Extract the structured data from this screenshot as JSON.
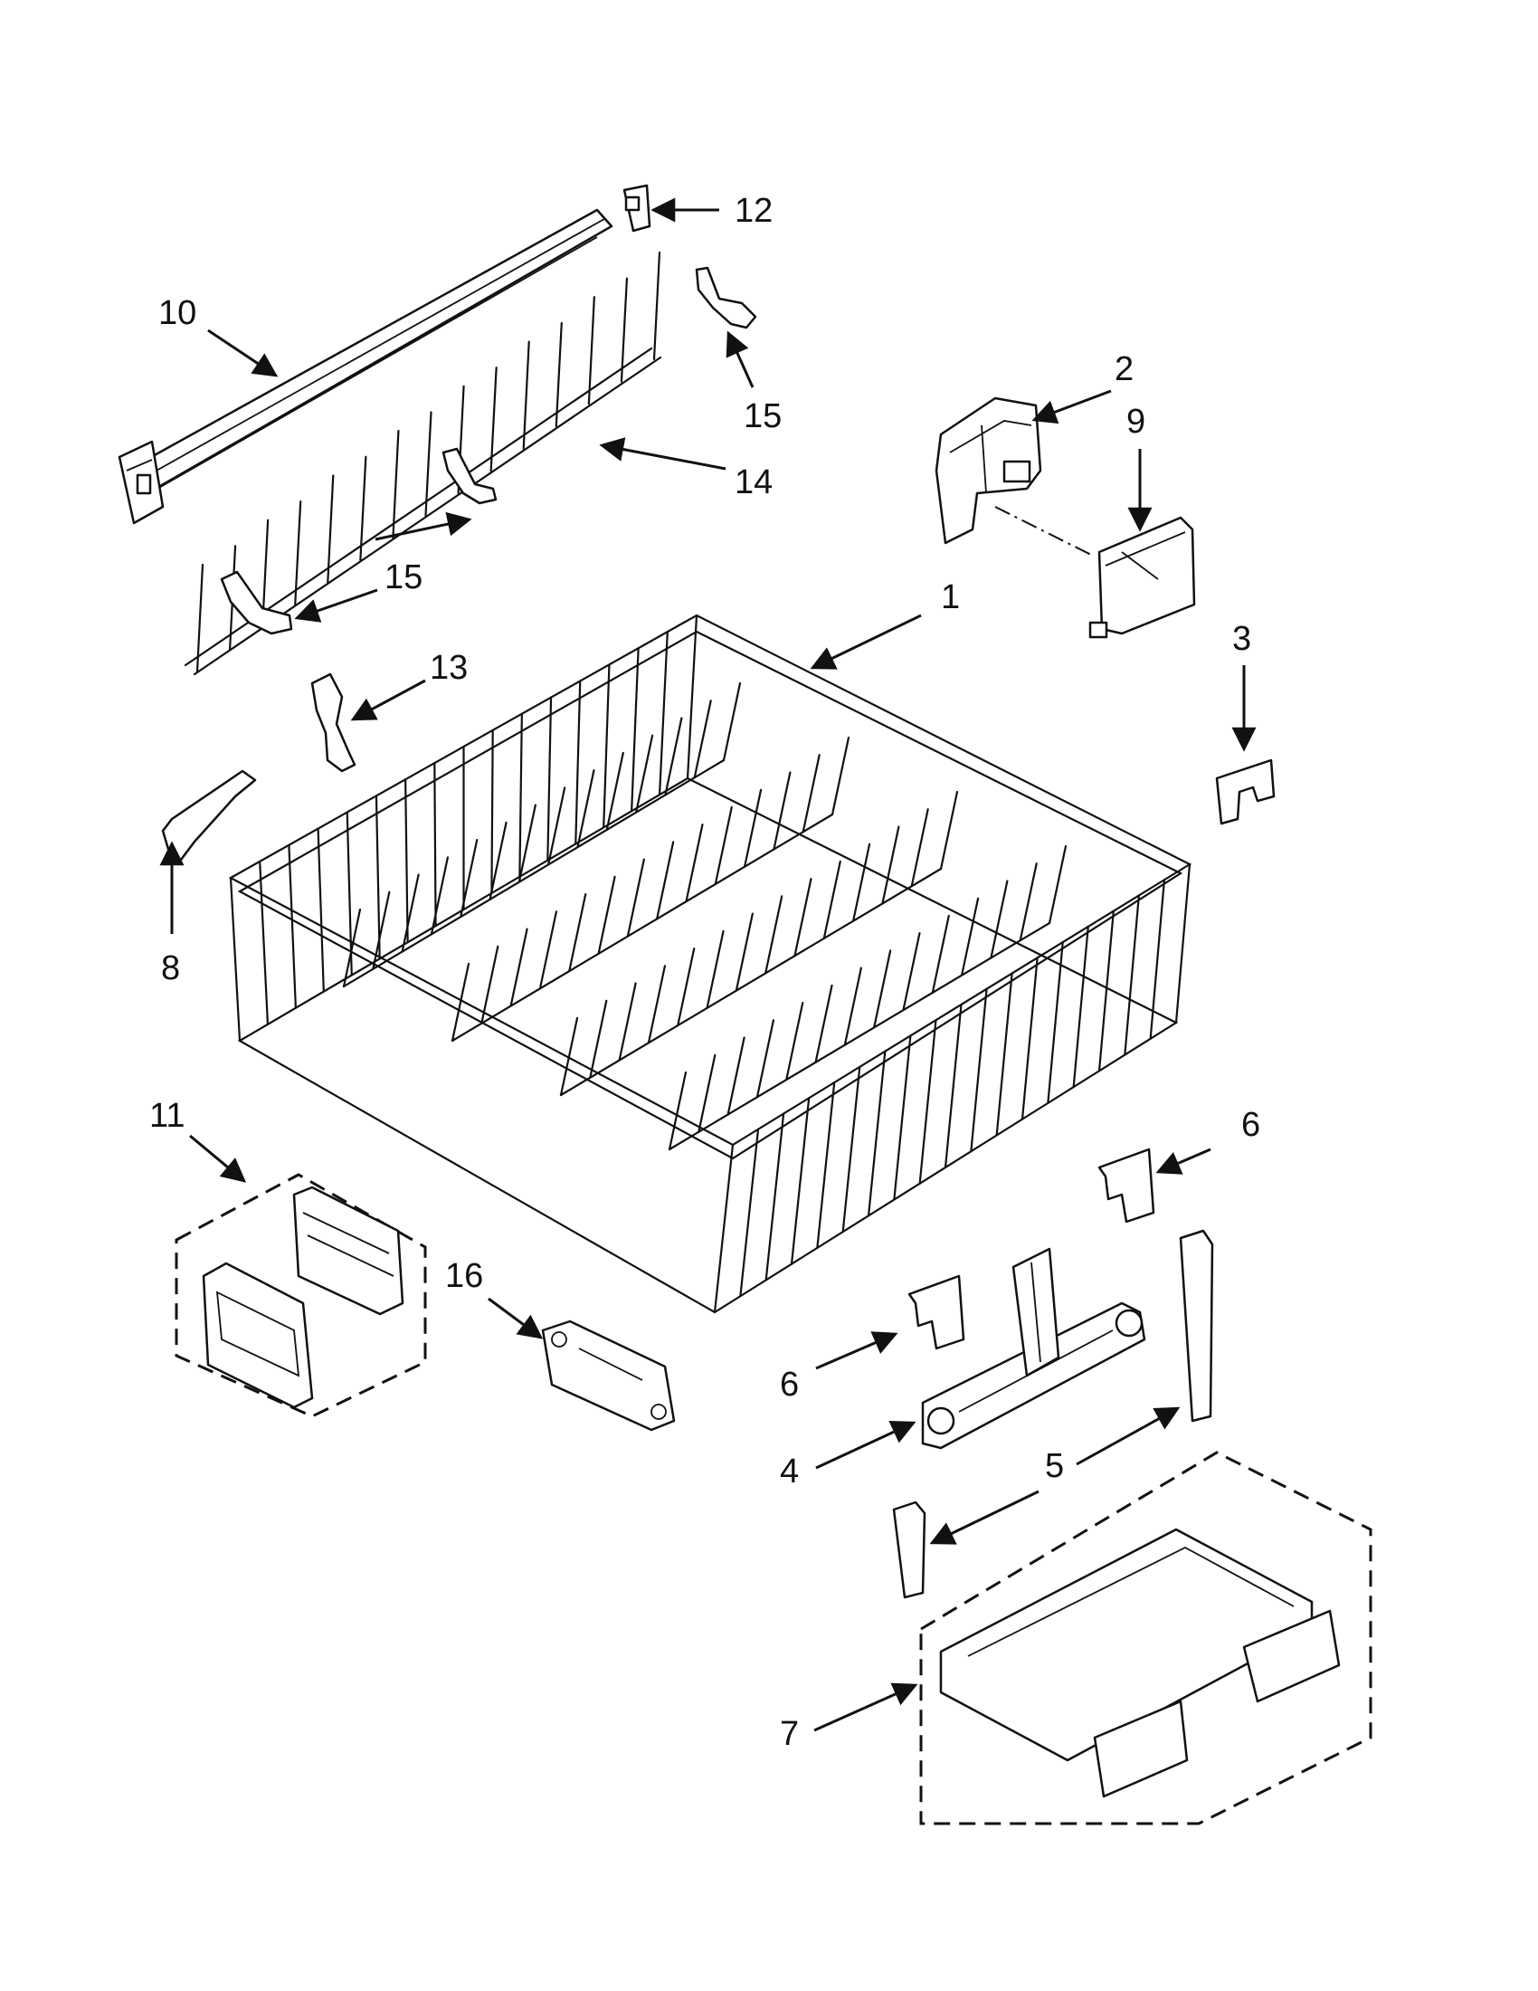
{
  "callouts": {
    "c1": "1",
    "c2": "2",
    "c3": "3",
    "c4": "4",
    "c5": "5",
    "c6a": "6",
    "c6b": "6",
    "c7": "7",
    "c8": "8",
    "c9": "9",
    "c10": "10",
    "c11": "11",
    "c12": "12",
    "c13": "13",
    "c14": "14",
    "c15a": "15",
    "c15b": "15",
    "c16": "16"
  }
}
